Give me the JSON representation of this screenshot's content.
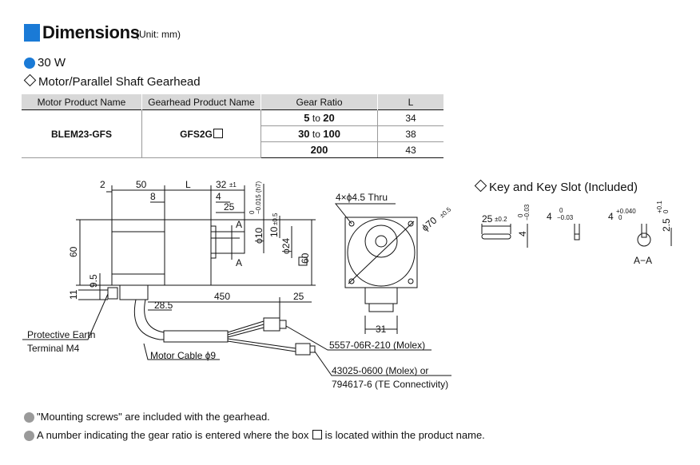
{
  "header": {
    "title": "Dimensions",
    "unit": "(Unit: mm)"
  },
  "section": {
    "power": "30 W",
    "subtitle": "Motor/Parallel Shaft Gearhead"
  },
  "table": {
    "headers": [
      "Motor Product Name",
      "Gearhead Product Name",
      "Gear Ratio",
      "L"
    ],
    "motor": "BLEM23-GFS",
    "gearhead": "GFS2G",
    "rows": [
      {
        "from": "5",
        "to": "20",
        "L": "34"
      },
      {
        "from": "30",
        "to": "100",
        "L": "38"
      },
      {
        "from": "200",
        "to": "",
        "L": "43"
      }
    ],
    "to_word": "to"
  },
  "drawing": {
    "dim_2": "2",
    "dim_50": "50",
    "dim_L": "L",
    "dim_32": "32",
    "dim_32_tol": "±1",
    "dim_8": "8",
    "dim_4": "4",
    "dim_25_shaft": "25",
    "dim_A": "A",
    "dim_phi10": "ϕ10",
    "dim_phi10_tol_top": "0",
    "dim_phi10_tol_bot": "−0.015 (h7)",
    "dim_10": "10",
    "dim_10_tol": "±0.5",
    "dim_phi24": "ϕ24",
    "dim_60_side": "60",
    "dim_60_left": "60",
    "dim_9_5": "9.5",
    "dim_11": "11",
    "dim_28_5": "28.5",
    "dim_450": "450",
    "dim_25_conn": "25",
    "label_pe": "Protective Earth",
    "label_pe2": "Terminal M4",
    "label_cable": "Motor Cable ϕ9",
    "label_conn1": "5557-06R-210 (Molex)",
    "label_conn2a": "43025-0600 (Molex) or",
    "label_conn2b": "794617-6 (TE Connectivity)",
    "front_holes": "4×ϕ4.5 Thru",
    "front_pcd": "ϕ70",
    "front_pcd_tol": "±0.5",
    "front_31": "31"
  },
  "key": {
    "heading": "Key and Key Slot (Included)",
    "k1_len": "25",
    "k1_tol": "±0.2",
    "k1_w_top": "0",
    "k1_w_bot": "−0.03",
    "k1_h": "4",
    "k2_w": "4",
    "k2_top": "0",
    "k2_bot": "−0.03",
    "k3_w": "4",
    "k3_top": "+0.040",
    "k3_bot": "0",
    "k3_d": "2.5",
    "k3_d_top": "+0.1",
    "k3_d_bot": "0",
    "section_label": "A−A"
  },
  "notes": [
    "\"Mounting screws\" are included with the gearhead.",
    "A number indicating the gear ratio is entered where the box",
    "is located within the product name."
  ],
  "colors": {
    "accent": "#1a7ad6",
    "table_header": "#d8d8d8",
    "bullet_gray": "#9a9a9a"
  }
}
